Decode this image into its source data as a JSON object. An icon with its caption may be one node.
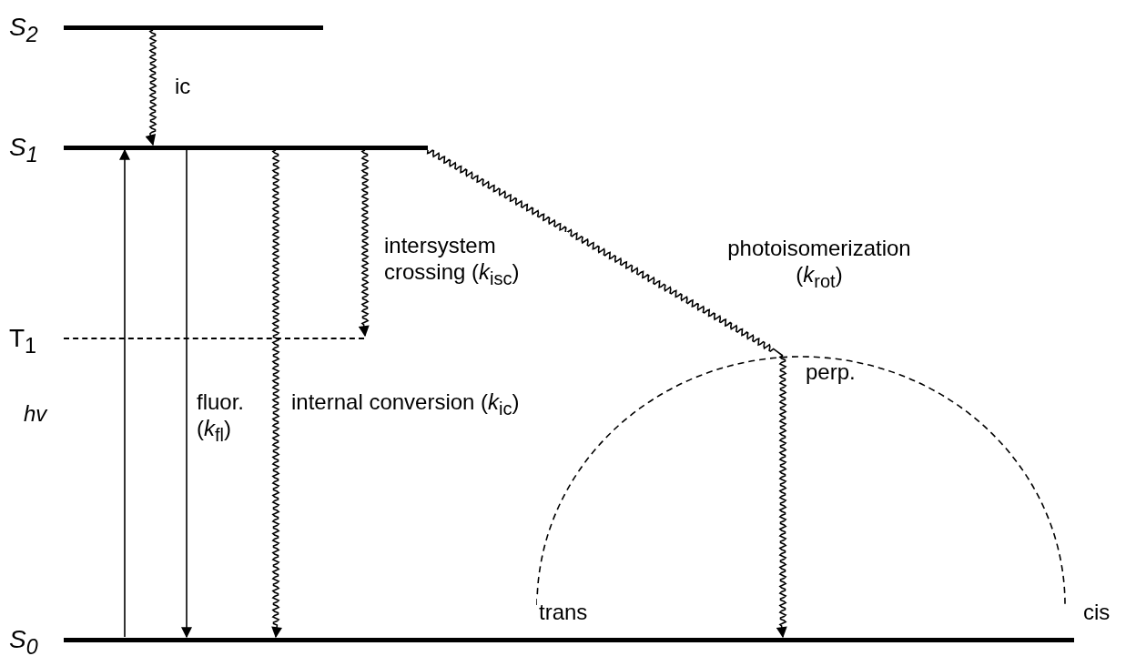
{
  "diagram": {
    "nodes": [
      {
        "text": [
          "S$_{2}$"
        ]
      },
      {
        "text": [
          "S$_{1}$"
        ]
      },
      {
        "text": [
          "T$_{1}$"
        ]
      },
      {
        "text": [
          "S$_{0}$"
        ]
      },
      {
        "text": [
          "perp."
        ]
      }
    ],
    "edges": [
      {
        "from": 0,
        "to": 1,
        "arrow": "to",
        "label": "ic"
      },
      {
        "from": 3,
        "to": 1,
        "arrow": "to",
        "label": "*hv*"
      },
      {
        "from": 1,
        "to": 3,
        "arrow": "to",
        "label": "fluor. (*k*$_{fl}$)"
      },
      {
        "from": 1,
        "to": 3,
        "arrow": "to",
        "label": "internal conversion (*k*$_{ic}$)"
      },
      {
        "from": 1,
        "to": 2,
        "arrow": "to",
        "label": "intersystem crossing (*k*$_{isc}$)"
      },
      {
        "from": 1,
        "to": 4,
        "arrow": "none",
        "label": "photoisomerization (*k*$_{rot}$)"
      },
      {
        "from": 4,
        "to": 3,
        "arrow": "to"
      }
    ],
    "labels": [
      "trans",
      "cis"
    ]
  }
}
